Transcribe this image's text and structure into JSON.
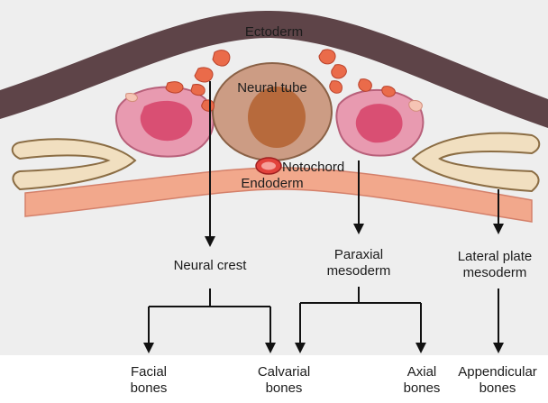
{
  "diagram": {
    "tissue_labels": {
      "ectoderm": "Ectoderm",
      "neural_tube": "Neural tube",
      "notochord": "Notochord",
      "endoderm": "Endoderm"
    },
    "lineages": [
      {
        "id": "neural-crest",
        "label": "Neural crest"
      },
      {
        "id": "paraxial",
        "label_line1": "Paraxial",
        "label_line2": "mesoderm"
      },
      {
        "id": "lateral",
        "label_line1": "Lateral plate",
        "label_line2": "mesoderm"
      }
    ],
    "outcomes": {
      "facial": {
        "line1": "Facial",
        "line2": "bones"
      },
      "calvarial": {
        "line1": "Calvarial",
        "line2": "bones"
      },
      "axial": {
        "line1": "Axial",
        "line2": "bones"
      },
      "appendicular": {
        "line1": "Appendicular",
        "line2": "bones"
      }
    },
    "colors": {
      "background_panel": "#eeeeee",
      "ectoderm": "#5e4448",
      "endoderm": "#f2a88c",
      "neural_tube_outer": "#cc9c84",
      "neural_tube_inner": "#b76a3c",
      "somite_outer": "#e89ab0",
      "somite_inner": "#d94f73",
      "crest_cells": "#ea6b4a",
      "notochord": "#e2423c",
      "lateral_plate": "#f1dfc0",
      "arrows": "#111111"
    }
  }
}
